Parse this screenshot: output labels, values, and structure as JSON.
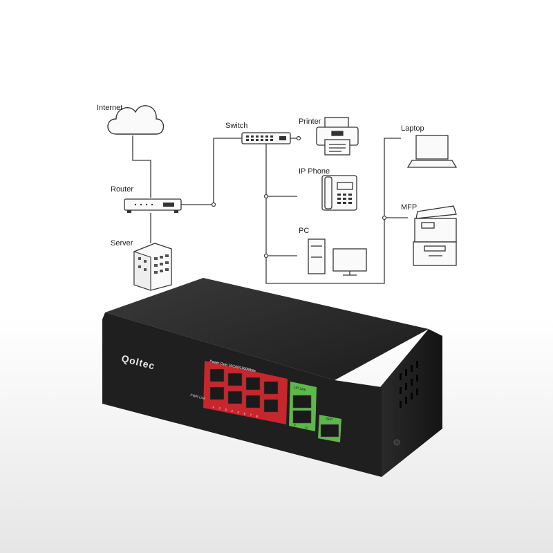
{
  "diagram": {
    "nodes": {
      "internet": "Internet",
      "router": "Router",
      "server": "Server",
      "switch": "Switch",
      "printer": "Printer",
      "ip_phone": "IP Phone",
      "pc": "PC",
      "laptop": "Laptop",
      "mfp": "MFP"
    }
  },
  "device": {
    "brand": "Qoltec",
    "poe_header": "Power Over  10/100/1000Mbps",
    "uplink_header": "UP Link",
    "sfp_header": "SFP",
    "pwr_label": "PWR Link",
    "port_numbers": [
      "1",
      "2",
      "3",
      "4",
      "5",
      "6",
      "7",
      "8"
    ],
    "uplink_numbers": [
      "9",
      "10"
    ]
  },
  "colors": {
    "line": "#3a3a3a",
    "icon_stroke": "#333333",
    "device_body": "#1f1f1f",
    "poe_red": "#c8262d",
    "uplink_green": "#5db84a"
  }
}
